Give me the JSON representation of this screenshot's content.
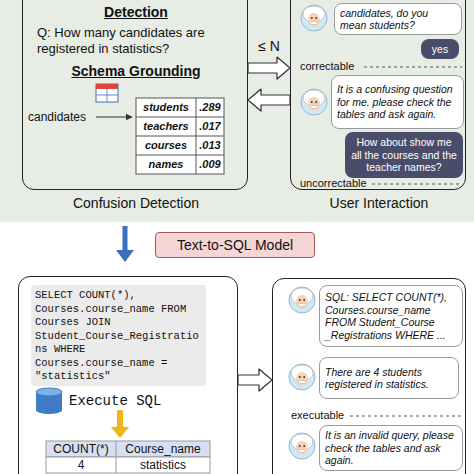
{
  "diagram": {
    "nodes": [
      {
        "text": [
          "Detection",
          "Q: How many candidates are registered in statistics?",
          "Schema Grounding",
          "Confusion Detection"
        ]
      },
      {
        "text": [
          "User Interaction"
        ]
      },
      {
        "text": [
          "candidates, do you mean students?"
        ],
        "in": 1
      },
      {
        "text": [
          "yes"
        ],
        "in": 1
      },
      {
        "text": [
          "It is a confusing question for me. please check the tables and ask again."
        ],
        "in": 1
      },
      {
        "text": [
          "How about show me all the courses and the teacher names?"
        ],
        "in": 1
      },
      {
        "text": [
          "Text-to-SQL Model"
        ]
      },
      {
        "text": [
          "Execute SQL"
        ]
      },
      {
        "text": [
          "SELECT COUNT(*), Courses.course_name FROM Courses JOIN Student_Course_Registrations WHERE Courses.course_name = \"statistics\""
        ],
        "in": 7
      },
      {
        "text": [
          "executable"
        ]
      },
      {
        "text": [
          "SQL: SELECT COUNT(*), Courses.course_name FROM Student_Course _Registrations WHERE ..."
        ],
        "in": 9
      },
      {
        "text": [
          "There are 4 students registered in statistics."
        ],
        "in": 9
      },
      {
        "text": [
          "It is an invalid query, please check the tables and ask again."
        ],
        "in": 9
      }
    ],
    "edges": [
      {
        "from": 0,
        "to": 1,
        "arrow": "to",
        "label": "≤ N"
      },
      {
        "from": 1,
        "to": 0,
        "arrow": "to"
      },
      {
        "from": 7,
        "to": 9,
        "arrow": "to"
      }
    ],
    "labels": [
      "candidates",
      "students",
      ".289",
      "teachers",
      ".017",
      "courses",
      ".013",
      "names",
      ".009",
      "correctable",
      "uncorrectable",
      "COUNT(*)",
      "Course_name",
      "4",
      "statistics"
    ]
  }
}
